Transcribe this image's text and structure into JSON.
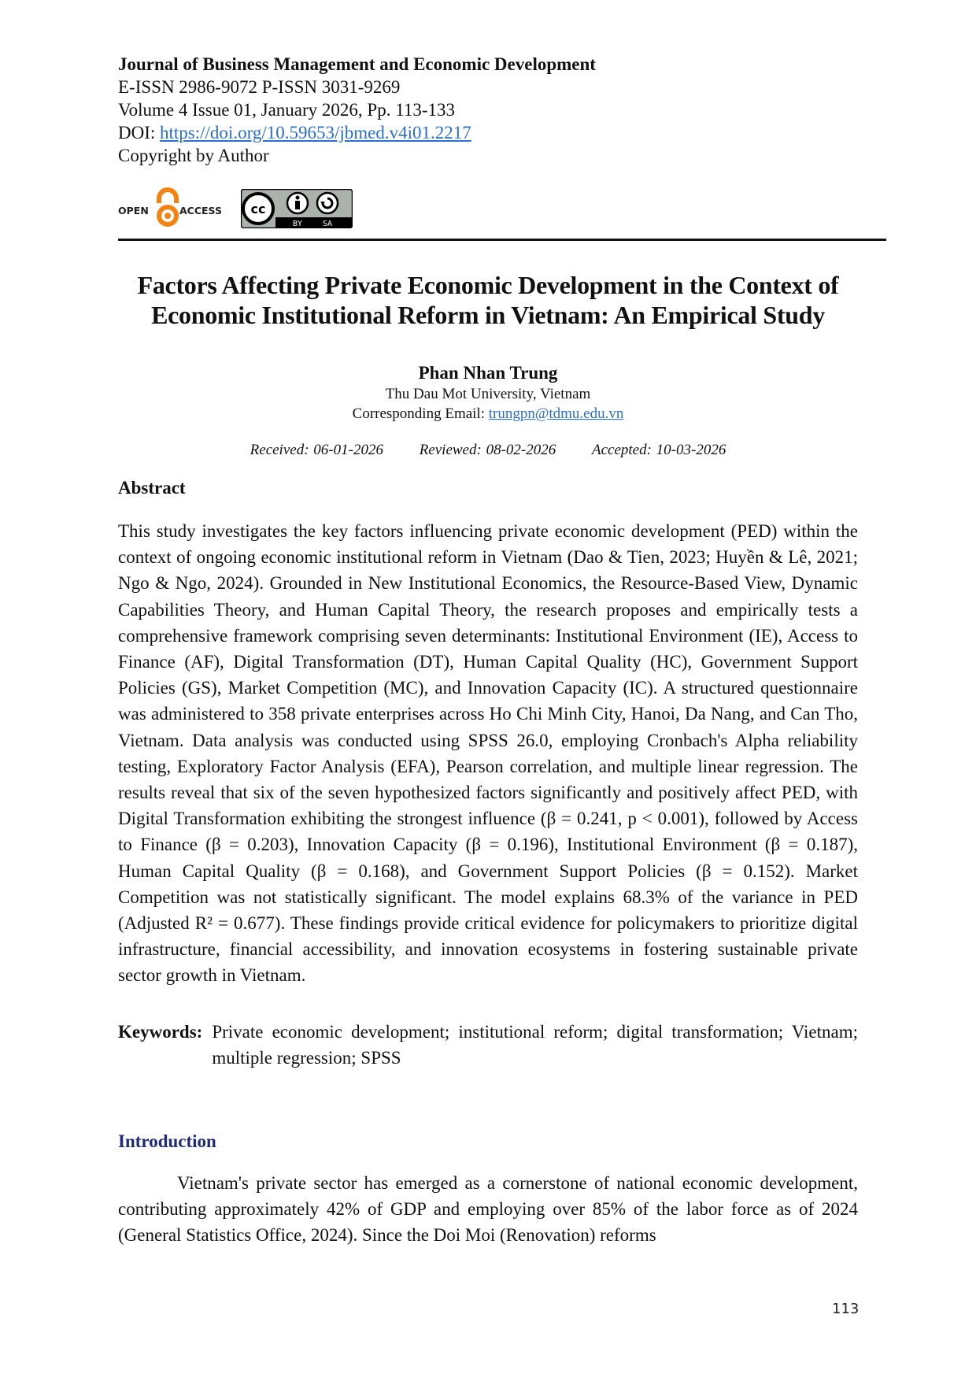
{
  "header": {
    "journal_title": "Journal of Business Management and Economic Development",
    "issn": "E-ISSN 2986-9072 P-ISSN 3031-9269",
    "volume": "Volume 4 Issue 01, January 2026, Pp. 113-133",
    "doi_label": "DOI: ",
    "doi_link": "https://doi.org/10.59653/jbmed.v4i01.2217",
    "copyright": "Copyright by Author",
    "open_access_left": "OPEN",
    "open_access_right": "ACCESS",
    "license_by": "BY",
    "license_sa": "SA"
  },
  "article": {
    "title_line1": "Factors Affecting Private Economic Development in the Context of",
    "title_line2": "Economic Institutional Reform in Vietnam: An Empirical Study",
    "author": "Phan Nhan Trung",
    "affiliation": "Thu Dau Mot University, Vietnam",
    "email_label": "Corresponding Email: ",
    "email": "trungpn@tdmu.edu.vn",
    "received": "Received: 06-01-2026",
    "reviewed": "Reviewed: 08-02-2026",
    "accepted": "Accepted: 10-03-2026"
  },
  "abstract": {
    "heading": "Abstract",
    "text": "This study investigates the key factors influencing private economic development (PED) within the context of ongoing economic institutional reform in Vietnam (Dao & Tien, 2023; Huyền & Lê, 2021; Ngo & Ngo, 2024). Grounded in New Institutional Economics, the Resource-Based View, Dynamic Capabilities Theory, and Human Capital Theory, the research proposes and empirically tests a comprehensive framework comprising seven determinants: Institutional Environment (IE), Access to Finance (AF), Digital Transformation (DT), Human Capital Quality (HC), Government Support Policies (GS), Market Competition (MC), and Innovation Capacity (IC). A structured questionnaire was administered to 358 private enterprises across Ho Chi Minh City, Hanoi, Da Nang, and Can Tho, Vietnam. Data analysis was conducted using SPSS 26.0, employing Cronbach's Alpha reliability testing, Exploratory Factor Analysis (EFA), Pearson correlation, and multiple linear regression. The results reveal that six of the seven hypothesized factors significantly and positively affect PED, with Digital Transformation exhibiting the strongest influence (β  = 0.241, p < 0.001), followed by Access to Finance (β  = 0.203), Innovation Capacity (β = 0.196), Institutional Environment (β  = 0.187), Human Capital Quality (β  = 0.168), and Government Support Policies (β  = 0.152). Market Competition was not statistically significant. The model explains 68.3% of the variance in PED (Adjusted R² = 0.677). These findings provide critical evidence for policymakers to prioritize digital infrastructure, financial accessibility, and innovation ecosystems in fostering sustainable private sector growth in Vietnam."
  },
  "keywords": {
    "label": "Keywords:",
    "text": "Private economic development; institutional reform; digital transformation; Vietnam; multiple regression; SPSS"
  },
  "introduction": {
    "heading": "Introduction",
    "text": "Vietnam's private sector has emerged as a cornerstone of national economic development, contributing approximately 42% of GDP and employing over 85% of the labor force as of 2024 (General Statistics Office, 2024). Since the Doi Moi (Renovation) reforms"
  },
  "footer": {
    "page_number": "113"
  },
  "colors": {
    "link": "#2a6fc9",
    "section_heading": "#1f2a7a",
    "open_access_orange": "#f68212"
  }
}
